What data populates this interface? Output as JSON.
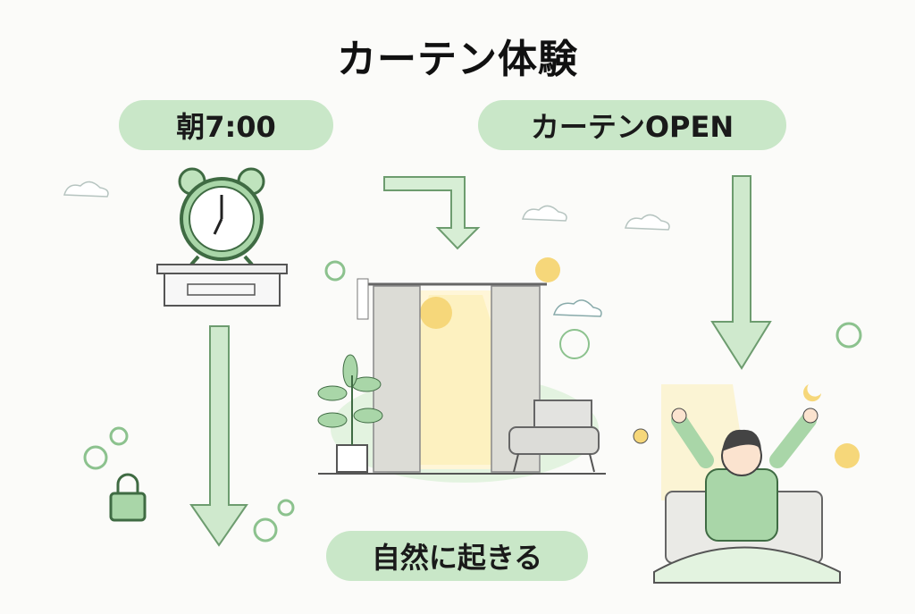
{
  "title": "カーテン体験",
  "steps": {
    "morning": "朝7:00",
    "curtain_open": "カーテンOPEN",
    "wake_up": "自然に起きる"
  },
  "colors": {
    "pill": "#c9e7c8",
    "arrow": "#bfe3bd",
    "stroke": "#5a8a5c",
    "accent_yellow": "#f6d77a"
  }
}
